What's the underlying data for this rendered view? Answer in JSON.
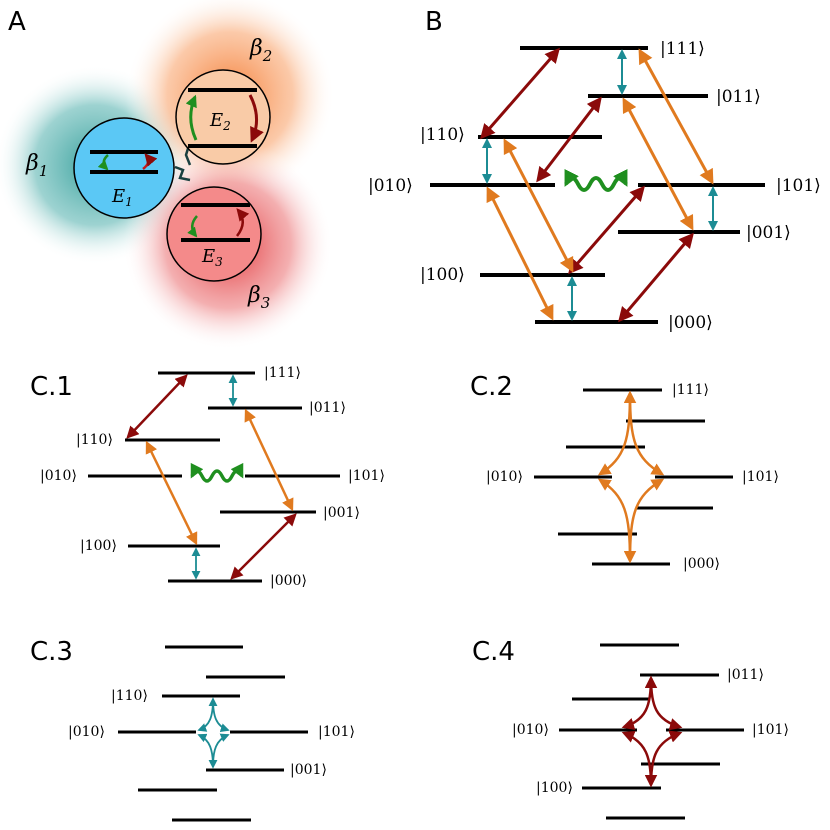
{
  "labels": {
    "panel_a": "A",
    "panel_b": "B",
    "panel_c1": "C.1",
    "panel_c2": "C.2",
    "panel_c3": "C.3",
    "panel_c4": "C.4"
  },
  "bath": {
    "b1": "β",
    "b1_sub": "1",
    "b2": "β",
    "b2_sub": "2",
    "b3": "β",
    "b3_sub": "3",
    "e1": "E",
    "e1_sub": "1",
    "e2": "E",
    "e2_sub": "2",
    "e3": "E",
    "e3_sub": "3"
  },
  "states": {
    "s111": "|111⟩",
    "s011": "|011⟩",
    "s110": "|110⟩",
    "s010": "|010⟩",
    "s101": "|101⟩",
    "s001": "|001⟩",
    "s100": "|100⟩",
    "s000": "|000⟩"
  },
  "colors": {
    "qubit1": "#5bc8f5",
    "qubit2": "#f9cba7",
    "qubit3": "#f48a8a",
    "bath1": "#3fa7a3",
    "bath2": "#f89a5a",
    "bath3": "#e8464a",
    "orange": "#e07a1f",
    "darkred": "#8b0a0a",
    "teal": "#1c8c94",
    "green": "#1f8f1f"
  }
}
